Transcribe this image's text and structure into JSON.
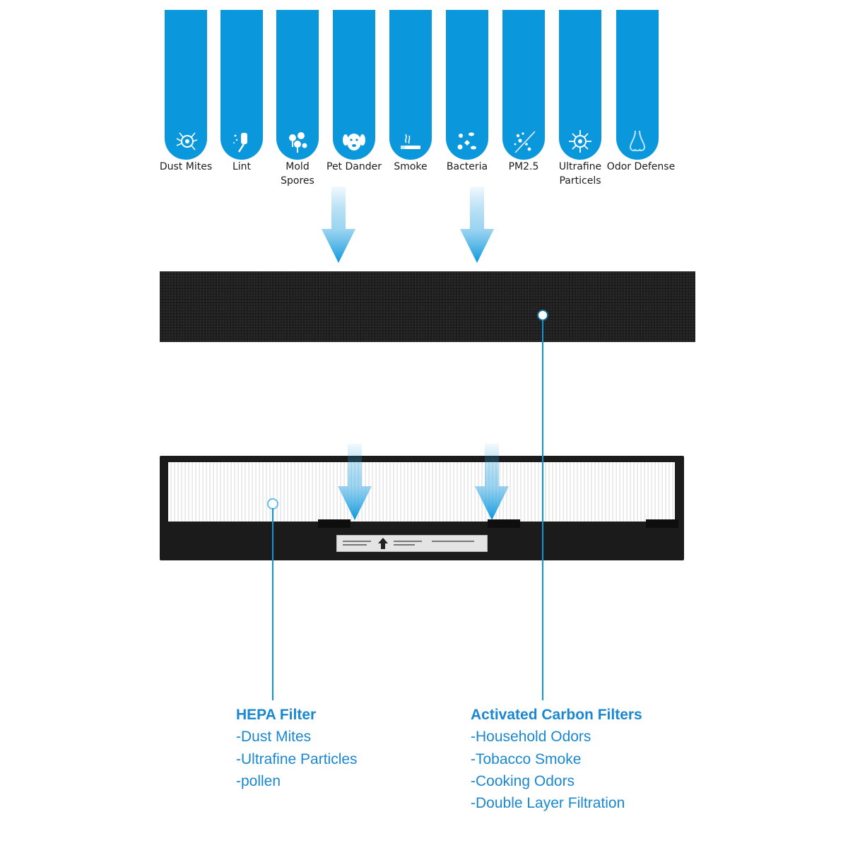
{
  "contaminants": [
    {
      "label": "Dust Mites",
      "icon": "dust-mite-icon"
    },
    {
      "label": "Lint",
      "icon": "lint-roller-icon"
    },
    {
      "label": "Mold Spores",
      "icon": "mold-spores-icon"
    },
    {
      "label": "Pet Dander",
      "icon": "dog-icon"
    },
    {
      "label": "Smoke",
      "icon": "cigarette-icon"
    },
    {
      "label": "Bacteria",
      "icon": "bacteria-icon"
    },
    {
      "label": "PM2.5",
      "icon": "particles-icon"
    },
    {
      "label": "Ultrafine Particels",
      "icon": "virus-icon"
    },
    {
      "label": "Odor Defense",
      "icon": "nose-icon"
    }
  ],
  "hepa": {
    "title": "HEPA Filter",
    "items": [
      "-Dust Mites",
      "-Ultrafine Particles",
      "-pollen"
    ]
  },
  "carbon": {
    "title": "Activated Carbon Filters",
    "items": [
      "-Household Odors",
      "-Tobacco Smoke",
      "-Cooking Odors",
      "-Double Layer Filtration"
    ]
  },
  "colors": {
    "accent": "#0a97dc",
    "text_blue": "#1a87d0",
    "carbon": "#1f1f1f"
  }
}
